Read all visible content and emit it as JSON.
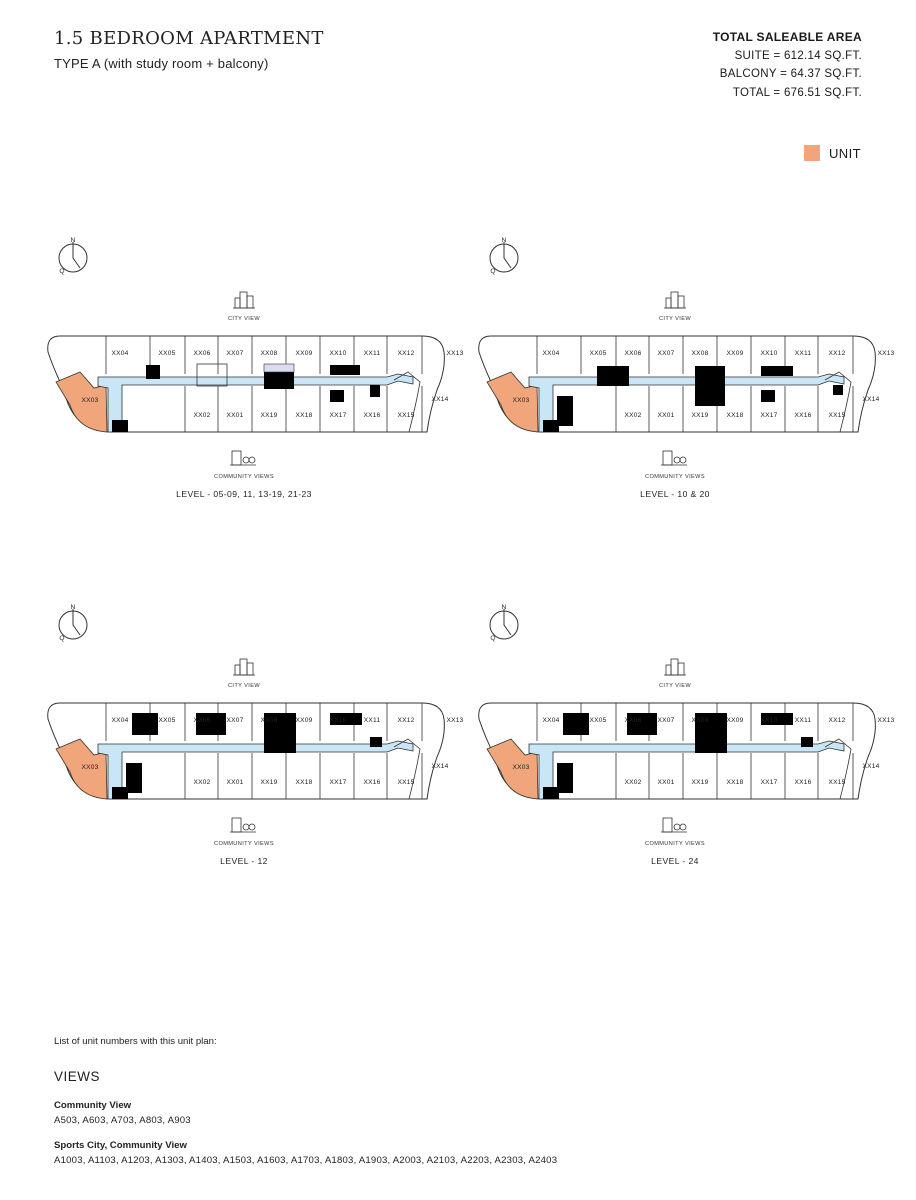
{
  "header": {
    "title": "1.5 BEDROOM APARTMENT",
    "subtitle": "TYPE A (with study room + balcony)"
  },
  "area": {
    "heading": "TOTAL SALEABLE AREA",
    "suite": "SUITE = 612.14 SQ.FT.",
    "balcony": "BALCONY = 64.37 SQ.FT.",
    "total": "TOTAL = 676.51 SQ.FT."
  },
  "legend": {
    "label": "UNIT",
    "color": "#f0a67a"
  },
  "colors": {
    "highlight": "#f0a67a",
    "corridor": "#c8e6f5",
    "core": "#000000",
    "lilac": "#dcdcf0",
    "grey": "#9a9a9a",
    "line": "#333333"
  },
  "compass": {
    "north": "N",
    "pointer": "Q"
  },
  "view_labels": {
    "top": "CITY VIEW",
    "bottom": "COMMUNITY VIEWS"
  },
  "unit_labels": {
    "top": [
      "XX04",
      "XX05",
      "XX06",
      "XX07",
      "XX08",
      "XX09",
      "XX10",
      "XX11",
      "XX12",
      "XX13"
    ],
    "highlighted": "XX03",
    "bottom": [
      "XX02",
      "XX01",
      "XX19",
      "XX18",
      "XX17",
      "XX16",
      "XX15",
      "XX14"
    ]
  },
  "plans": [
    {
      "level": "LEVEL - 05-09, 11, 13-19, 21-23"
    },
    {
      "level": "LEVEL - 10 & 20"
    },
    {
      "level": "LEVEL - 12"
    },
    {
      "level": "LEVEL - 24"
    }
  ],
  "footer": {
    "intro": "List of unit numbers with this unit plan:",
    "views_heading": "VIEWS",
    "groups": [
      {
        "title": "Community View",
        "units": "A503, A603, A703, A803, A903"
      },
      {
        "title": "Sports City, Community View",
        "units": "A1003, A1103, A1203, A1303, A1403, A1503, A1603, A1703, A1803, A1903, A2003, A2103, A2203, A2303, A2403"
      }
    ]
  }
}
